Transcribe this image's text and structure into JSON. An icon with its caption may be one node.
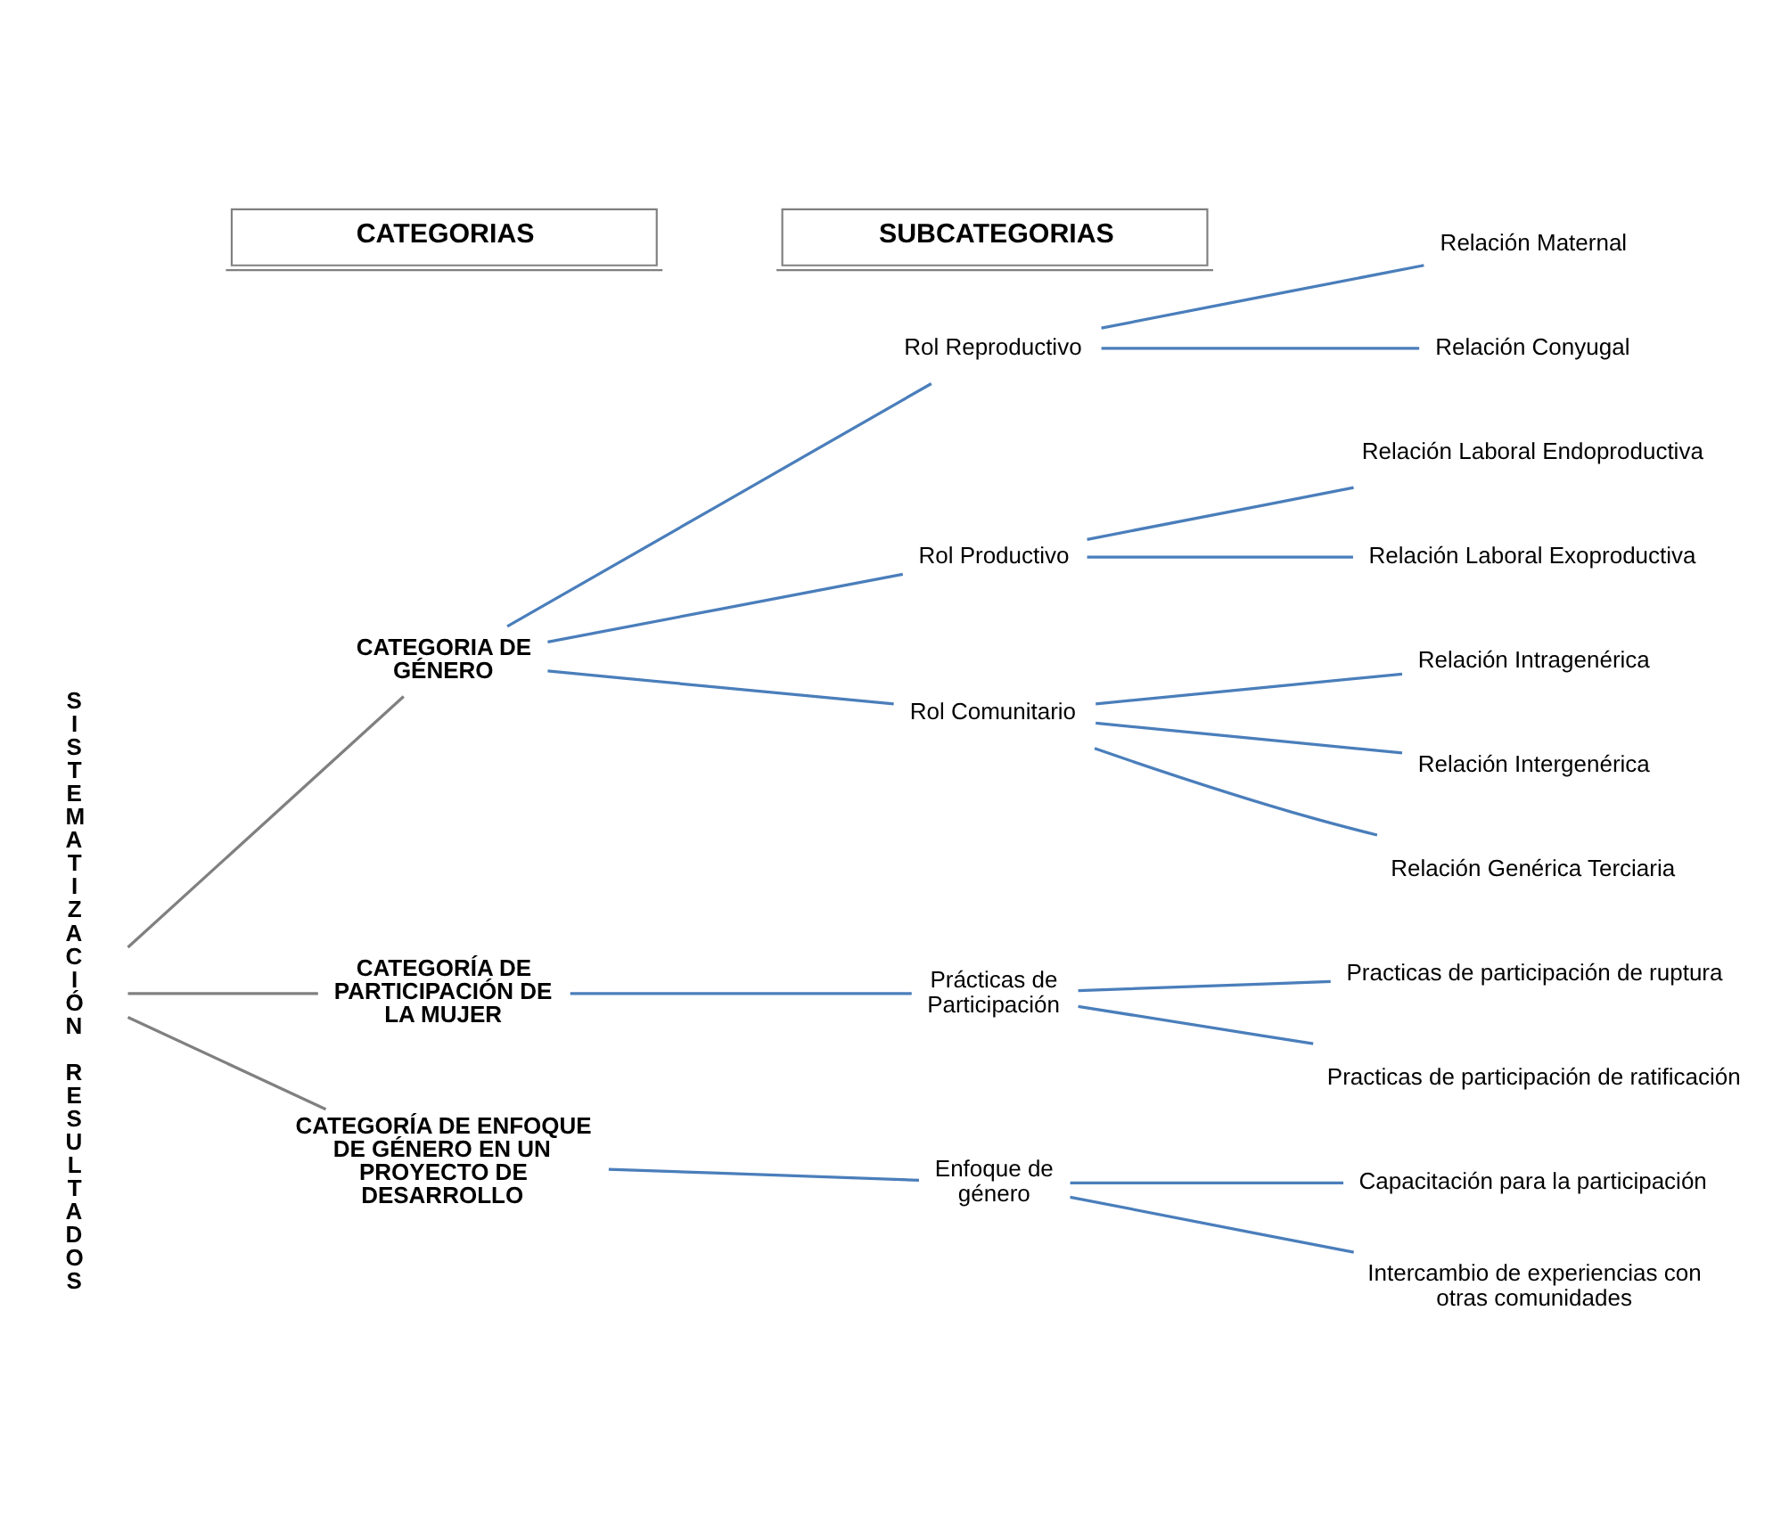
{
  "diagram": {
    "nodes": [
      {
        "text": [
          "SISTEMATIZACIÓN RESULTADOS"
        ]
      },
      {
        "text": [
          "CATEGORIA DE GÉNERO"
        ]
      },
      {
        "text": [
          "Rol Reproductivo"
        ]
      },
      {
        "text": [
          "Relación Maternal"
        ]
      },
      {
        "text": [
          "Relación Conyugal"
        ]
      },
      {
        "text": [
          "Rol Productivo"
        ]
      },
      {
        "text": [
          "Relación Laboral Endoproductiva"
        ]
      },
      {
        "text": [
          "Relación Laboral Exoproductiva"
        ]
      },
      {
        "text": [
          "Rol Comunitario"
        ]
      },
      {
        "text": [
          "Relación Intragenérica"
        ]
      },
      {
        "text": [
          "Relación Intergenérica"
        ]
      },
      {
        "text": [
          "Relación Genérica Terciaria"
        ]
      },
      {
        "text": [
          "CATEGORÍA DE PARTICIPACIÓN DE LA MUJER"
        ]
      },
      {
        "text": [
          "Prácticas de Participación"
        ]
      },
      {
        "text": [
          "Practicas de participación de ruptura"
        ]
      },
      {
        "text": [
          "Practicas de participación de ratificación"
        ]
      },
      {
        "text": [
          "CATEGORÍA DE ENFOQUE DE GÉNERO EN UN PROYECTO DE DESARROLLO"
        ]
      },
      {
        "text": [
          "Enfoque de género"
        ]
      },
      {
        "text": [
          "Capacitación para la participación"
        ]
      },
      {
        "text": [
          "Intercambio de experiencias con otras comunidades"
        ]
      }
    ],
    "edges": [
      {
        "from": 0,
        "to": 1,
        "arrow": "none",
        "color": "#808080"
      },
      {
        "from": 0,
        "to": 12,
        "arrow": "none",
        "color": "#808080"
      },
      {
        "from": 0,
        "to": 16,
        "arrow": "none",
        "color": "#808080"
      },
      {
        "from": 1,
        "to": 2,
        "arrow": "none"
      },
      {
        "from": 1,
        "to": 5,
        "arrow": "none"
      },
      {
        "from": 1,
        "to": 8,
        "arrow": "none"
      },
      {
        "from": 2,
        "to": 3,
        "arrow": "none"
      },
      {
        "from": 2,
        "to": 4,
        "arrow": "none"
      },
      {
        "from": 5,
        "to": 6,
        "arrow": "none"
      },
      {
        "from": 5,
        "to": 7,
        "arrow": "none"
      },
      {
        "from": 8,
        "to": 9,
        "arrow": "none"
      },
      {
        "from": 8,
        "to": 10,
        "arrow": "none"
      },
      {
        "from": 8,
        "to": 11,
        "arrow": "none"
      },
      {
        "from": 12,
        "to": 13,
        "arrow": "none"
      },
      {
        "from": 13,
        "to": 14,
        "arrow": "none"
      },
      {
        "from": 13,
        "to": 15,
        "arrow": "none"
      },
      {
        "from": 16,
        "to": 17,
        "arrow": "none"
      },
      {
        "from": 17,
        "to": 18,
        "arrow": "none"
      },
      {
        "from": 17,
        "to": 19,
        "arrow": "none"
      }
    ],
    "labels": [
      "CATEGORIAS",
      "SUBCATEGORIAS"
    ]
  }
}
